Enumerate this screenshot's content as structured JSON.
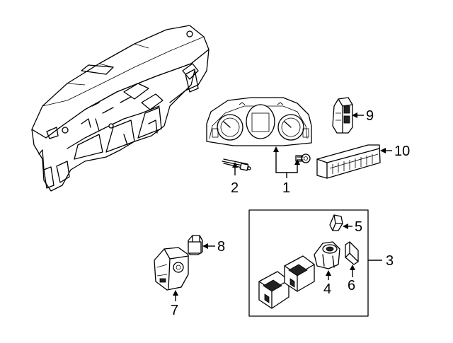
{
  "callouts": {
    "c1": "1",
    "c2": "2",
    "c3": "3",
    "c4": "4",
    "c5": "5",
    "c6": "6",
    "c7": "7",
    "c8": "8",
    "c9": "9",
    "c10": "10"
  },
  "icons": [
    "dashboard-panel",
    "instrument-cluster",
    "bulb",
    "screw",
    "switch-module",
    "climate-control",
    "headlight-switch",
    "knob",
    "sensor",
    "button-cover",
    "window-switches"
  ]
}
